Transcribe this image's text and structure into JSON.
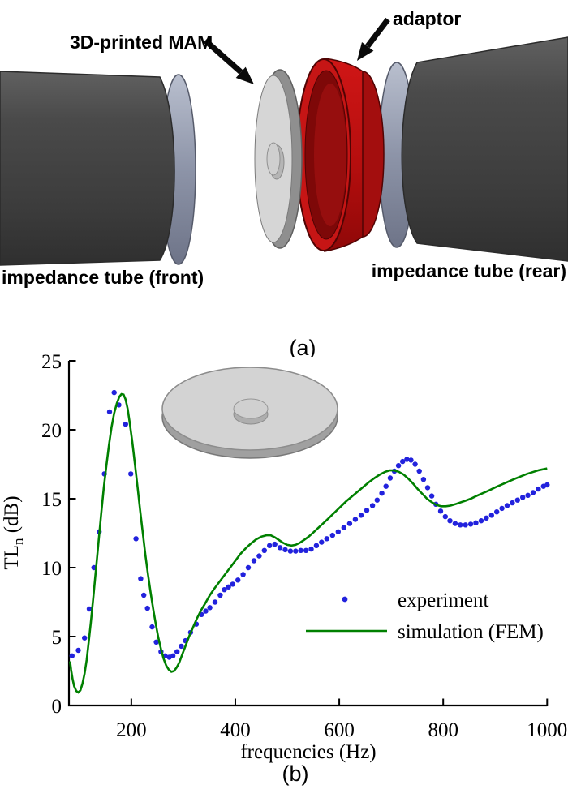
{
  "figure": {
    "panel_a": {
      "label": "(a)",
      "annotations": {
        "mam_label": "3D-printed MAM",
        "adaptor_label": "adaptor",
        "front_tube_label": "impedance tube (front)",
        "rear_tube_label": "impedance tube (rear)"
      },
      "colors": {
        "tube_gray": "#424242",
        "flange_steel_blue": "#8d94a8",
        "membrane_light_gray": "#d6d6d6",
        "adaptor_red": "#c61515",
        "annotation_black": "#000000"
      }
    },
    "panel_b": {
      "label": "(b)"
    }
  },
  "chart_data": {
    "type": "line",
    "title": "",
    "xlabel": "frequencies (Hz)",
    "ylabel": "TL_n (dB)",
    "ylabel_parts": {
      "base": "TL",
      "subscript": "n",
      "suffix": " (dB)"
    },
    "xlim": [
      80,
      1000
    ],
    "ylim": [
      0,
      25
    ],
    "xticks": [
      200,
      400,
      600,
      800,
      1000
    ],
    "yticks": [
      0,
      5,
      10,
      15,
      20,
      25
    ],
    "grid": false,
    "legend": {
      "position": "right-center",
      "entries": [
        {
          "label": "experiment",
          "marker": "dot",
          "color": "#2222dd"
        },
        {
          "label": "simulation (FEM)",
          "marker": "line",
          "color": "#008000"
        }
      ]
    },
    "series": [
      {
        "name": "experiment",
        "type": "scatter",
        "color": "#2222dd",
        "marker_radius": 3.2,
        "points": [
          [
            86,
            3.6
          ],
          [
            98,
            4.0
          ],
          [
            110,
            4.9
          ],
          [
            119,
            7.0
          ],
          [
            128,
            10.0
          ],
          [
            138,
            12.6
          ],
          [
            148,
            16.8
          ],
          [
            158,
            21.3
          ],
          [
            167,
            22.7
          ],
          [
            176,
            21.8
          ],
          [
            189,
            20.4
          ],
          [
            199,
            16.8
          ],
          [
            209,
            12.1
          ],
          [
            218,
            9.2
          ],
          [
            224,
            8.0
          ],
          [
            231,
            7.05
          ],
          [
            240,
            5.7
          ],
          [
            248,
            4.6
          ],
          [
            257,
            3.9
          ],
          [
            265,
            3.6
          ],
          [
            273,
            3.5
          ],
          [
            280,
            3.6
          ],
          [
            288,
            3.9
          ],
          [
            296,
            4.3
          ],
          [
            304,
            4.7
          ],
          [
            314,
            5.3
          ],
          [
            325,
            5.9
          ],
          [
            335,
            6.6
          ],
          [
            343,
            6.85
          ],
          [
            351,
            7.1
          ],
          [
            361,
            7.5
          ],
          [
            371,
            8.0
          ],
          [
            379,
            8.4
          ],
          [
            387,
            8.6
          ],
          [
            395,
            8.8
          ],
          [
            405,
            9.1
          ],
          [
            415,
            9.5
          ],
          [
            425,
            10.0
          ],
          [
            436,
            10.5
          ],
          [
            446,
            10.85
          ],
          [
            456,
            11.25
          ],
          [
            466,
            11.6
          ],
          [
            476,
            11.7
          ],
          [
            486,
            11.45
          ],
          [
            496,
            11.3
          ],
          [
            506,
            11.2
          ],
          [
            516,
            11.2
          ],
          [
            526,
            11.25
          ],
          [
            536,
            11.25
          ],
          [
            546,
            11.35
          ],
          [
            556,
            11.6
          ],
          [
            566,
            11.85
          ],
          [
            576,
            12.1
          ],
          [
            587,
            12.35
          ],
          [
            598,
            12.6
          ],
          [
            609,
            12.9
          ],
          [
            620,
            13.2
          ],
          [
            631,
            13.5
          ],
          [
            642,
            13.8
          ],
          [
            653,
            14.15
          ],
          [
            664,
            14.5
          ],
          [
            673,
            14.9
          ],
          [
            682,
            15.4
          ],
          [
            690,
            15.9
          ],
          [
            698,
            16.5
          ],
          [
            706,
            17.0
          ],
          [
            714,
            17.4
          ],
          [
            722,
            17.7
          ],
          [
            730,
            17.85
          ],
          [
            738,
            17.8
          ],
          [
            746,
            17.5
          ],
          [
            754,
            17.0
          ],
          [
            762,
            16.4
          ],
          [
            770,
            15.8
          ],
          [
            778,
            15.2
          ],
          [
            786,
            14.6
          ],
          [
            795,
            14.1
          ],
          [
            804,
            13.7
          ],
          [
            813,
            13.4
          ],
          [
            823,
            13.2
          ],
          [
            833,
            13.1
          ],
          [
            843,
            13.1
          ],
          [
            853,
            13.15
          ],
          [
            863,
            13.25
          ],
          [
            873,
            13.4
          ],
          [
            883,
            13.6
          ],
          [
            893,
            13.8
          ],
          [
            903,
            14.05
          ],
          [
            913,
            14.3
          ],
          [
            923,
            14.5
          ],
          [
            933,
            14.7
          ],
          [
            943,
            14.9
          ],
          [
            953,
            15.1
          ],
          [
            963,
            15.25
          ],
          [
            973,
            15.45
          ],
          [
            983,
            15.7
          ],
          [
            993,
            15.9
          ],
          [
            1000,
            16.0
          ]
        ]
      },
      {
        "name": "simulation (FEM)",
        "type": "line",
        "color": "#008000",
        "stroke_width": 2.6,
        "points": [
          [
            82,
            3.2
          ],
          [
            84,
            2.6
          ],
          [
            87,
            1.9
          ],
          [
            90,
            1.4
          ],
          [
            94,
            1.05
          ],
          [
            98,
            0.95
          ],
          [
            102,
            1.1
          ],
          [
            106,
            1.6
          ],
          [
            110,
            2.3
          ],
          [
            114,
            3.3
          ],
          [
            118,
            4.6
          ],
          [
            122,
            6.0
          ],
          [
            127,
            7.9
          ],
          [
            132,
            9.9
          ],
          [
            137,
            11.9
          ],
          [
            142,
            13.9
          ],
          [
            147,
            15.8
          ],
          [
            152,
            17.4
          ],
          [
            157,
            18.9
          ],
          [
            162,
            20.2
          ],
          [
            167,
            21.2
          ],
          [
            172,
            21.9
          ],
          [
            177,
            22.4
          ],
          [
            181,
            22.58
          ],
          [
            185,
            22.55
          ],
          [
            189,
            22.2
          ],
          [
            193,
            21.5
          ],
          [
            197,
            20.5
          ],
          [
            202,
            19.1
          ],
          [
            207,
            17.5
          ],
          [
            212,
            15.8
          ],
          [
            217,
            14.1
          ],
          [
            222,
            12.5
          ],
          [
            227,
            10.9
          ],
          [
            232,
            9.5
          ],
          [
            237,
            8.2
          ],
          [
            242,
            7.0
          ],
          [
            247,
            5.9
          ],
          [
            252,
            4.9
          ],
          [
            257,
            4.1
          ],
          [
            262,
            3.4
          ],
          [
            267,
            2.9
          ],
          [
            272,
            2.6
          ],
          [
            277,
            2.45
          ],
          [
            282,
            2.5
          ],
          [
            287,
            2.75
          ],
          [
            292,
            3.1
          ],
          [
            298,
            3.7
          ],
          [
            304,
            4.3
          ],
          [
            311,
            5.0
          ],
          [
            318,
            5.6
          ],
          [
            326,
            6.3
          ],
          [
            334,
            6.9
          ],
          [
            342,
            7.4
          ],
          [
            351,
            8.0
          ],
          [
            360,
            8.5
          ],
          [
            370,
            9.0
          ],
          [
            380,
            9.5
          ],
          [
            390,
            10.0
          ],
          [
            400,
            10.5
          ],
          [
            410,
            11.0
          ],
          [
            420,
            11.4
          ],
          [
            430,
            11.75
          ],
          [
            440,
            12.05
          ],
          [
            450,
            12.25
          ],
          [
            460,
            12.35
          ],
          [
            468,
            12.35
          ],
          [
            476,
            12.2
          ],
          [
            484,
            12.0
          ],
          [
            492,
            11.8
          ],
          [
            500,
            11.65
          ],
          [
            508,
            11.6
          ],
          [
            516,
            11.65
          ],
          [
            524,
            11.8
          ],
          [
            532,
            12.0
          ],
          [
            541,
            12.25
          ],
          [
            550,
            12.55
          ],
          [
            560,
            12.9
          ],
          [
            570,
            13.25
          ],
          [
            580,
            13.6
          ],
          [
            591,
            14.0
          ],
          [
            602,
            14.4
          ],
          [
            613,
            14.8
          ],
          [
            624,
            15.15
          ],
          [
            635,
            15.5
          ],
          [
            646,
            15.85
          ],
          [
            657,
            16.2
          ],
          [
            668,
            16.5
          ],
          [
            678,
            16.75
          ],
          [
            688,
            16.95
          ],
          [
            697,
            17.05
          ],
          [
            706,
            17.05
          ],
          [
            715,
            16.95
          ],
          [
            724,
            16.75
          ],
          [
            733,
            16.45
          ],
          [
            742,
            16.1
          ],
          [
            751,
            15.7
          ],
          [
            760,
            15.35
          ],
          [
            769,
            15.0
          ],
          [
            778,
            14.75
          ],
          [
            787,
            14.55
          ],
          [
            796,
            14.45
          ],
          [
            805,
            14.45
          ],
          [
            814,
            14.5
          ],
          [
            823,
            14.6
          ],
          [
            832,
            14.72
          ],
          [
            842,
            14.85
          ],
          [
            853,
            15.0
          ],
          [
            864,
            15.2
          ],
          [
            876,
            15.4
          ],
          [
            888,
            15.6
          ],
          [
            900,
            15.82
          ],
          [
            912,
            16.02
          ],
          [
            924,
            16.22
          ],
          [
            936,
            16.42
          ],
          [
            948,
            16.6
          ],
          [
            960,
            16.78
          ],
          [
            972,
            16.93
          ],
          [
            984,
            17.07
          ],
          [
            1000,
            17.2
          ]
        ]
      }
    ]
  }
}
